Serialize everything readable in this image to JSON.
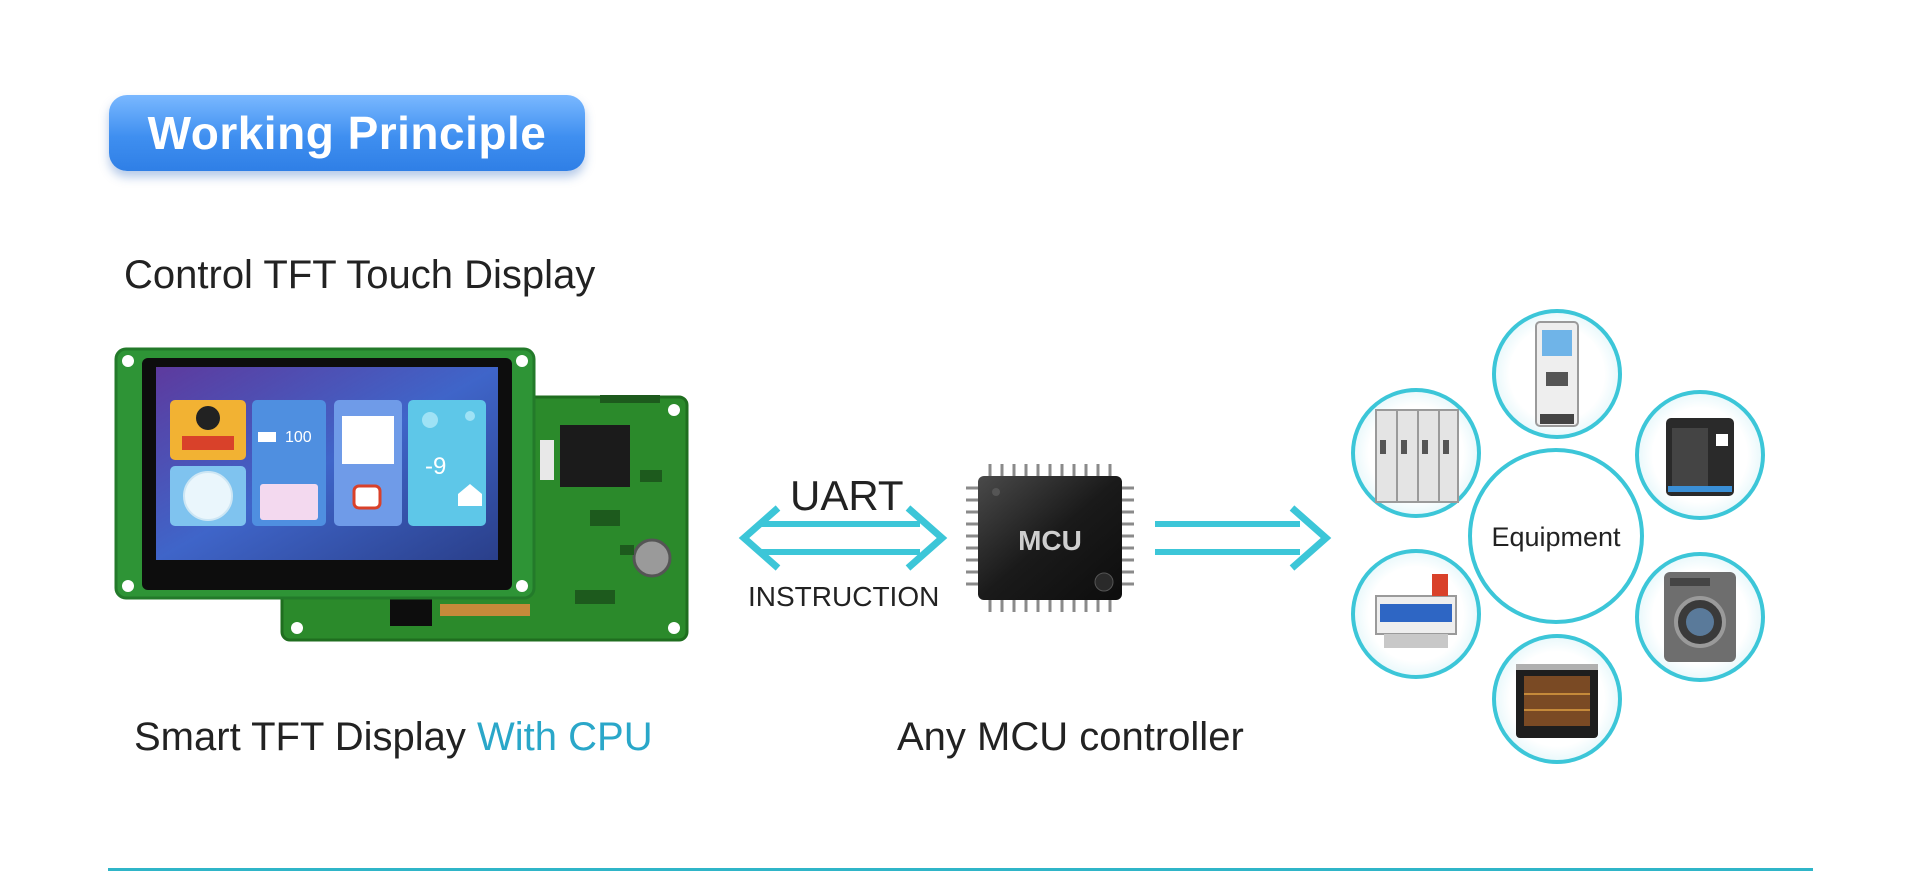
{
  "header": {
    "badge_label": "Working Principle"
  },
  "captions": {
    "top": "Control TFT Touch Display",
    "display_prefix": "Smart TFT Display ",
    "display_accent": "With CPU",
    "controller": "Any MCU controller"
  },
  "link": {
    "protocol": "UART",
    "signal": "INSTRUCTION"
  },
  "chip": {
    "label": "MCU"
  },
  "hub": {
    "label": "Equipment",
    "devices": [
      "server-cabinet",
      "vending-kiosk",
      "3d-printer",
      "washing-machine",
      "oven",
      "packaging-machine"
    ]
  },
  "screen": {
    "tile_value": "100",
    "temperature": "-9"
  },
  "colors": {
    "accent": "#2aa7c9",
    "badge": "#3f8ff0",
    "arrow": "#3cc6d8",
    "pcb": "#2e8b2e"
  }
}
